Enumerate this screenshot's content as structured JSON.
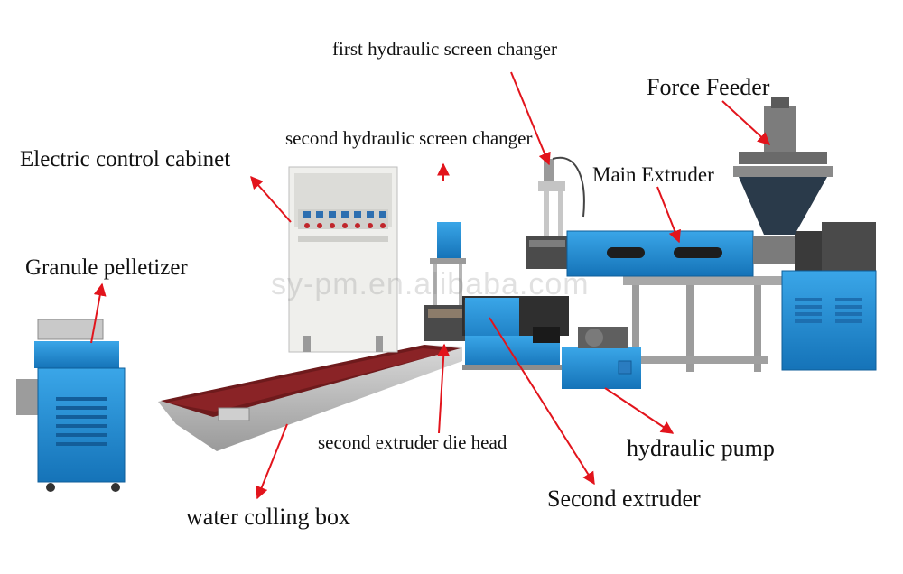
{
  "labels": {
    "first_screen_changer": "first hydraulic screen changer",
    "force_feeder": "Force Feeder",
    "second_screen_changer": "second hydraulic screen changer",
    "main_extruder": "Main Extruder",
    "control_cabinet": "Electric control cabinet",
    "granule_pelletizer": "Granule pelletizer",
    "die_head": "second extruder die head",
    "hydraulic_pump": "hydraulic pump",
    "second_extruder": "Second extruder",
    "water_box": "water colling box"
  },
  "watermark": "sy-pm.en.alibaba.com",
  "colors": {
    "machine_blue": "#1f8fd8",
    "machine_blue_dark": "#136aa8",
    "arrow_red": "#e2141c",
    "trough_red": "#7a1a1c",
    "cabinet_white": "#f1f1ee",
    "frame_gray": "#b8b8b8"
  }
}
